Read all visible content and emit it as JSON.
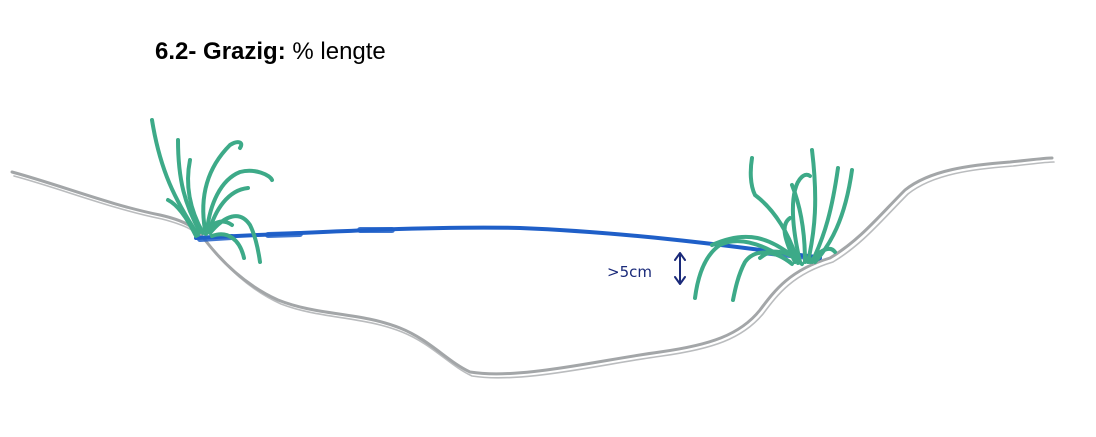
{
  "title": {
    "number_bold": "6.2- Grazig:",
    "text": "% lengte"
  },
  "annotation": {
    "depth_label": ">5cm"
  },
  "colors": {
    "bank": "#a3a6a8",
    "water": "#1f5fc8",
    "grass": "#3daa88",
    "annotation": "#1a2a7a",
    "title": "#000000"
  },
  "icons": {
    "depth_arrow": "double-headed-vertical-arrow-icon"
  }
}
